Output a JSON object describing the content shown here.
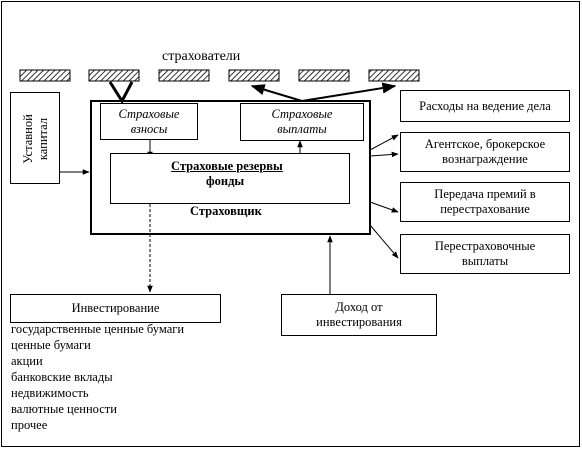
{
  "policyholders": {
    "label": "страхователи"
  },
  "charter_capital": {
    "label": "Уставной капитал"
  },
  "insurer": {
    "label": "Страховщик",
    "premiums": "Страховые взносы",
    "payouts": "Страховые выплаты",
    "reserves_line1": "Страховые резервы",
    "reserves_line2": "фонды"
  },
  "outflows": [
    {
      "label": "Расходы на ведение дела"
    },
    {
      "label": "Агентское, брокерское вознаграждение"
    },
    {
      "label": "Передача премий в перестрахование"
    },
    {
      "label": "Перестраховочные выплаты"
    }
  ],
  "investment": {
    "title": "Инвестирование",
    "items": [
      "государственные ценные бумаги",
      "ценные бумаги",
      "акции",
      "банковские вклады",
      "недвижимость",
      "валютные ценности",
      "прочее"
    ]
  },
  "investment_income": {
    "label": "Доход от инвестирования"
  }
}
